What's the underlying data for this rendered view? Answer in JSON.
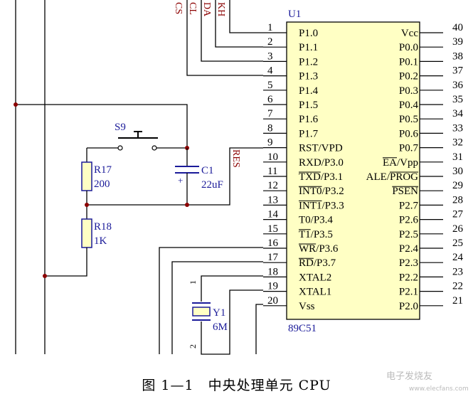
{
  "chip": {
    "ref": "U1",
    "part": "89C51",
    "left_pins": [
      {
        "num": "1",
        "name": "P1.0"
      },
      {
        "num": "2",
        "name": "P1.1"
      },
      {
        "num": "3",
        "name": "P1.2"
      },
      {
        "num": "4",
        "name": "P1.3"
      },
      {
        "num": "5",
        "name": "P1.4"
      },
      {
        "num": "6",
        "name": "P1.5"
      },
      {
        "num": "7",
        "name": "P1.6"
      },
      {
        "num": "8",
        "name": "P1.7"
      },
      {
        "num": "9",
        "name": "RST/VPD"
      },
      {
        "num": "10",
        "name": "RXD/P3.0"
      },
      {
        "num": "11",
        "name": "TXD/P3.1"
      },
      {
        "num": "12",
        "name": "INT0/P3.2"
      },
      {
        "num": "13",
        "name": "INT1/P3.3"
      },
      {
        "num": "14",
        "name": "T0/P3.4"
      },
      {
        "num": "15",
        "name": "T1/P3.5"
      },
      {
        "num": "16",
        "name": "WR/P3.6"
      },
      {
        "num": "17",
        "name": "RD/P3.7"
      },
      {
        "num": "18",
        "name": "XTAL2"
      },
      {
        "num": "19",
        "name": "XTAL1"
      },
      {
        "num": "20",
        "name": "Vss"
      }
    ],
    "right_pins": [
      {
        "num": "40",
        "name": "Vcc"
      },
      {
        "num": "39",
        "name": "P0.0"
      },
      {
        "num": "38",
        "name": "P0.1"
      },
      {
        "num": "37",
        "name": "P0.2"
      },
      {
        "num": "36",
        "name": "P0.3"
      },
      {
        "num": "35",
        "name": "P0.4"
      },
      {
        "num": "34",
        "name": "P0.5"
      },
      {
        "num": "33",
        "name": "P0.6"
      },
      {
        "num": "32",
        "name": "P0.7"
      },
      {
        "num": "31",
        "name": "EA/Vpp"
      },
      {
        "num": "30",
        "name": "ALE/PROG"
      },
      {
        "num": "29",
        "name": "PSEN"
      },
      {
        "num": "28",
        "name": "P2.7"
      },
      {
        "num": "27",
        "name": "P2.6"
      },
      {
        "num": "26",
        "name": "P2.5"
      },
      {
        "num": "25",
        "name": "P2.4"
      },
      {
        "num": "24",
        "name": "P2.3"
      },
      {
        "num": "23",
        "name": "P2.2"
      },
      {
        "num": "22",
        "name": "P2.1"
      },
      {
        "num": "21",
        "name": "P2.0"
      }
    ]
  },
  "components": {
    "s9": "S9",
    "r17_ref": "R17",
    "r17_val": "200",
    "r18_ref": "R18",
    "r18_val": "1K",
    "c1_ref": "C1",
    "c1_val": "22uF",
    "c1_plus": "+",
    "y1_ref": "Y1",
    "y1_val": "6M",
    "y1_pin1": "1",
    "y1_pin2": "2"
  },
  "nets": {
    "cs": "CS",
    "cl": "CL",
    "da": "DA",
    "kh": "KH",
    "res": "RES"
  },
  "caption": "图 1—1　中央处理单元 CPU",
  "watermark": "电子发烧友",
  "watermark_url": "www.elecfans.com",
  "colors": {
    "line": "#000000",
    "component_label": "#1a1a99",
    "net_label": "#8b0000",
    "chip_fill": "#ffffc4"
  }
}
